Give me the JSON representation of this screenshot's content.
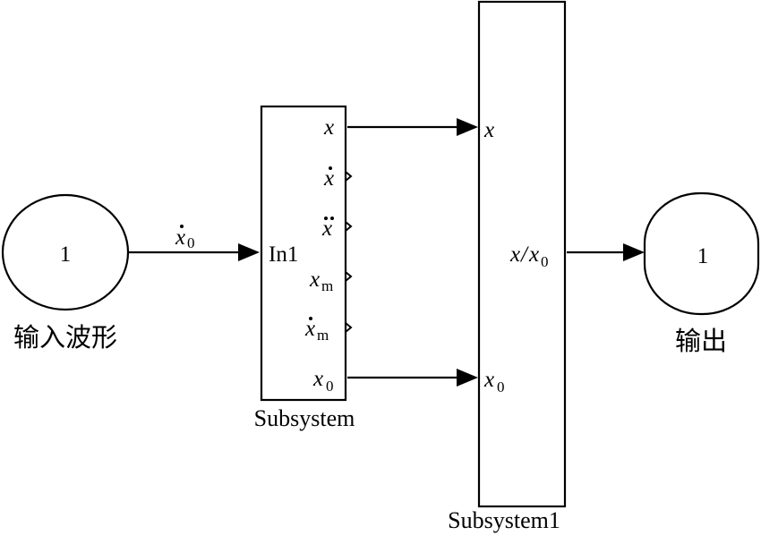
{
  "diagram": {
    "colors": {
      "stroke": "#000000",
      "background": "#ffffff"
    },
    "blocks": {
      "input": {
        "type": "inport",
        "value": "1",
        "caption": "输入波形"
      },
      "subsystem": {
        "type": "subsystem",
        "caption": "Subsystem",
        "input_port": "In1",
        "outputs": [
          {
            "base": "x",
            "sub": "",
            "dots": 0
          },
          {
            "base": "x",
            "sub": "",
            "dots": 1
          },
          {
            "base": "x",
            "sub": "",
            "dots": 2
          },
          {
            "base": "x",
            "sub": "m",
            "dots": 0
          },
          {
            "base": "x",
            "sub": "m",
            "dots": 1
          },
          {
            "base": "x",
            "sub": "0",
            "dots": 0
          }
        ]
      },
      "subsystem1": {
        "type": "subsystem",
        "caption": "Subsystem1",
        "inputs": [
          {
            "base": "x",
            "sub": ""
          },
          {
            "base": "x",
            "sub": "0"
          }
        ],
        "output": {
          "numerator": "x",
          "slash": "/",
          "denominator": "x",
          "sub": "0"
        }
      },
      "output": {
        "type": "outport",
        "value": "1",
        "caption": "输出"
      }
    },
    "signals": [
      {
        "from": "input",
        "to": "subsystem.In1",
        "label_base": "x",
        "label_sub": "0",
        "label_dots": 1
      },
      {
        "from": "subsystem.x",
        "to": "subsystem1.x",
        "label_base": "",
        "label_sub": ""
      },
      {
        "from": "subsystem.x0",
        "to": "subsystem1.x0",
        "label_base": "",
        "label_sub": ""
      },
      {
        "from": "subsystem1.x/x0",
        "to": "output",
        "label_base": "",
        "label_sub": ""
      }
    ]
  }
}
